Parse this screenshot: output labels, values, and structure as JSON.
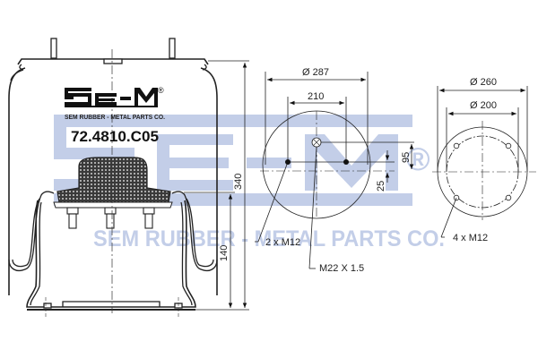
{
  "brand": {
    "logo_text": "SE-M",
    "registered_mark": "®",
    "company_name": "SEM RUBBER - METAL PARTS CO.",
    "part_number": "72.4810.C05"
  },
  "watermark": {
    "logo_text": "SE-M",
    "registered_mark": "®",
    "company_name": "SEM RUBBER - METAL PARTS CO.",
    "color": "#b9c6e4"
  },
  "side_view": {
    "height_total": "340",
    "height_piston": "140"
  },
  "top_plate_view": {
    "diameter": "Ø 287",
    "bolt_spacing": "210",
    "offset_vertical": "95",
    "offset_small": "25",
    "studs_label": "2 x M12",
    "air_fitting_label": "M22 X 1.5"
  },
  "bottom_plate_view": {
    "diameter_outer": "Ø 260",
    "diameter_bolt_circle": "Ø 200",
    "holes_label": "4 x M12"
  },
  "colors": {
    "line": "#222222",
    "watermark": "#b9c6e4",
    "background": "#ffffff"
  }
}
